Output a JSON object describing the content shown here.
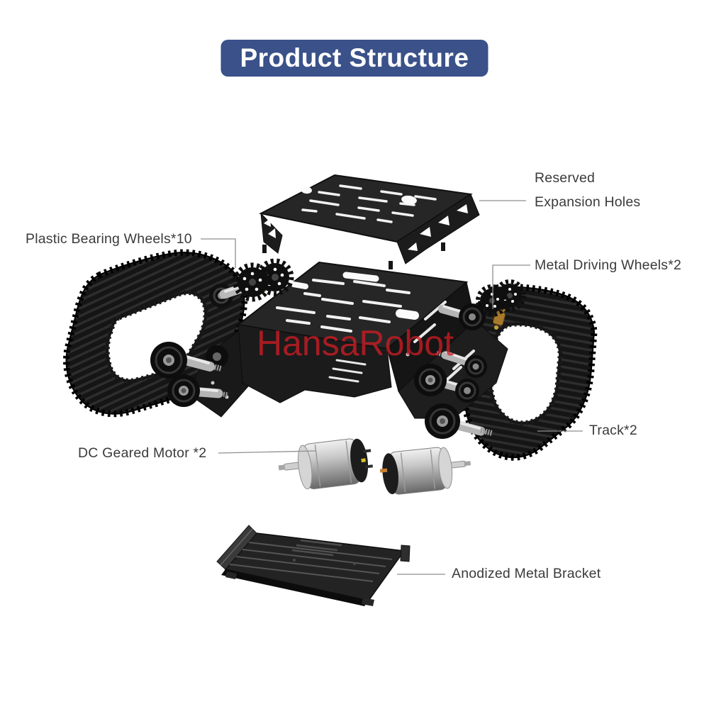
{
  "title": {
    "label": "Product Structure"
  },
  "watermark": {
    "label": "HansaRobot",
    "color": "#cd1c24"
  },
  "labels": {
    "reserved_line1": "Reserved",
    "reserved_line2": "Expansion Holes",
    "plastic_bearing_wheels": "Plastic Bearing Wheels*10",
    "metal_driving_wheels": "Metal Driving Wheels*2",
    "track": "Track*2",
    "dc_geared_motor": "DC Geared Motor *2",
    "anodized_metal_bracket": "Anodized Metal Bracket"
  },
  "parts": [
    "top-expansion-plate",
    "main-chassis",
    "left-track",
    "right-track",
    "plastic-bearing-wheels",
    "metal-driving-sprockets",
    "dc-motor-left",
    "dc-motor-right",
    "anodized-bracket"
  ],
  "colors": {
    "banner_bg": "#3a5189",
    "banner_text": "#ffffff",
    "label_text": "#3b3b3b",
    "leader_line": "#8f8f8f",
    "part_black": "#1d1d1d",
    "axle_silver": "#b9b9b9",
    "brass": "#b5862f",
    "watermark_red": "#cd1c24"
  }
}
